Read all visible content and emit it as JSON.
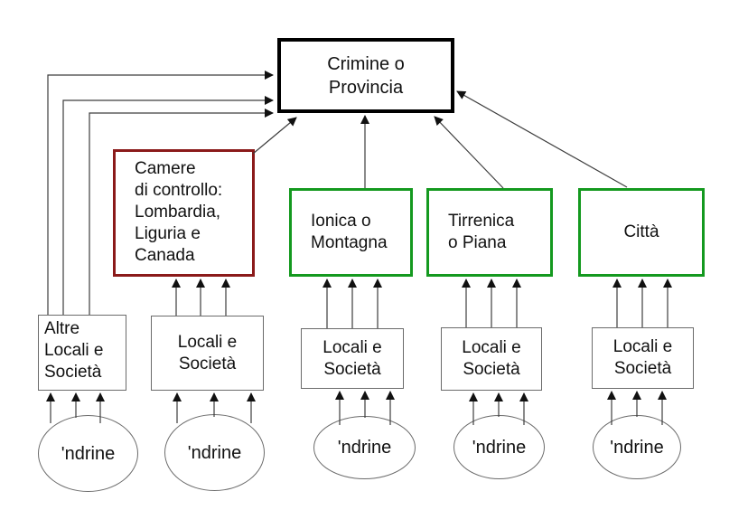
{
  "colors": {
    "bg": "#ffffff",
    "text": "#111111",
    "box-black": "#000000",
    "box-darkred": "#8b1a1a",
    "box-green": "#14991f",
    "box-gray": "#6b6b6b",
    "line": "#3d3d3d",
    "arrowhead": "#111111"
  },
  "nodes": {
    "crimine": {
      "label": "Crimine o\nProvincia"
    },
    "camere": {
      "label": "Camere\ndi controllo:\nLombardia,\nLiguria e\nCanada"
    },
    "ionica": {
      "label": "Ionica o\nMontagna"
    },
    "tirrenica": {
      "label": "Tirrenica\no Piana"
    },
    "citta": {
      "label": "Città"
    },
    "altre": {
      "label": "Altre\nLocali e\nSocietà"
    },
    "locali": {
      "label": "Locali e\nSocietà"
    },
    "ndrine": {
      "label": "'ndrine"
    }
  }
}
